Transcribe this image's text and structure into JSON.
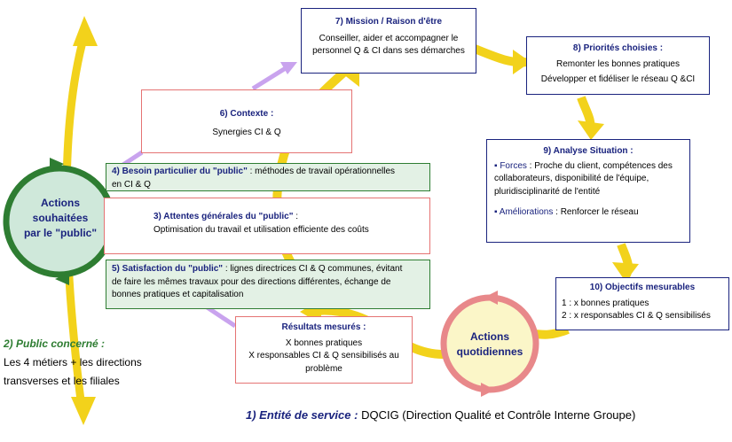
{
  "entity": {
    "label": "1) Entité de service :",
    "value": "DQCIG (Direction Qualité et Contrôle Interne Groupe)"
  },
  "public": {
    "label": "2) Public concerné :",
    "line1": "Les 4 métiers + les directions",
    "line2": "transverses et les filiales"
  },
  "left_circle": {
    "line1": "Actions",
    "line2": "souhaitées",
    "line3": "par le \"public\""
  },
  "right_circle": {
    "line1": "Actions",
    "line2": "quotidiennes"
  },
  "mission": {
    "title": "7) Mission / Raison d'être",
    "line1": "Conseiller, aider et accompagner le",
    "line2": "personnel Q & CI dans ses démarches"
  },
  "priorites": {
    "title": "8) Priorités choisies :",
    "line1": "Remonter les bonnes pratiques",
    "line2": "Développer et fidéliser le réseau Q &CI"
  },
  "contexte": {
    "title": "6) Contexte :",
    "line1": "Synergies CI & Q"
  },
  "besoin": {
    "title": "4) Besoin particulier du \"public\"",
    "rest1": " : méthodes de travail opérationnelles",
    "line2": "en CI & Q"
  },
  "attentes": {
    "title": "3) Attentes générales du \"public\"",
    "rest1": " :",
    "line2": "Optimisation du travail et utilisation efficiente des coûts"
  },
  "satisfaction": {
    "title": "5) Satisfaction du \"public\"",
    "rest1": " : lignes directrices CI & Q communes, évitant",
    "line2": "de faire les mêmes travaux pour des directions différentes, échange de",
    "line3": "bonnes pratiques et capitalisation"
  },
  "analyse": {
    "title": "9) Analyse Situation :",
    "forces_label": "Forces",
    "forces1": " : Proche du client, compétences des",
    "forces2": "collaborateurs, disponibilité de l'équipe,",
    "forces3": "pluridisciplinarité de l'entité",
    "amel_label": "Améliorations",
    "amel1": " : Renforcer le réseau",
    "bullet": "▪"
  },
  "objectifs": {
    "title": "10) Objectifs mesurables",
    "line1": "1 : x bonnes pratiques",
    "line2": "2 : x responsables CI & Q sensibilisés"
  },
  "resultats": {
    "title": "Résultats mesurés :",
    "line1": "X bonnes pratiques",
    "line2": "X responsables CI & Q sensibilisés au",
    "line3": "problème"
  },
  "colors": {
    "yellow": "#f2d21b",
    "navy": "#1a237e",
    "green": "#2e7d32",
    "pink": "#e57373",
    "lavender": "#c9a3ee"
  }
}
